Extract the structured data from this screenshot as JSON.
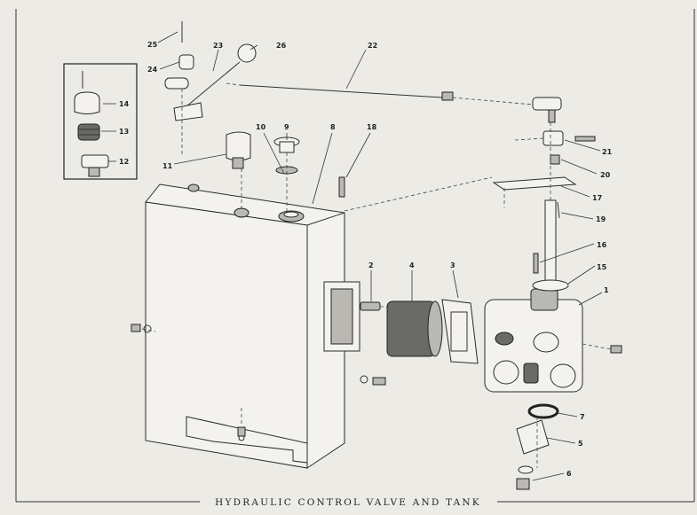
{
  "caption": "HYDRAULIC CONTROL VALVE AND TANK",
  "labels": {
    "p1": "1",
    "p2": "2",
    "p3": "3",
    "p4": "4",
    "p5": "5",
    "p6": "6",
    "p7": "7",
    "p8": "8",
    "p9": "9",
    "p10": "10",
    "p11": "11",
    "p12": "12",
    "p13": "13",
    "p14": "14",
    "p15": "15",
    "p16": "16",
    "p17": "17",
    "p18": "18",
    "p19": "19",
    "p20": "20",
    "p21": "21",
    "p22": "22",
    "p23": "23",
    "p24": "24",
    "p25": "25",
    "p26": "26"
  }
}
